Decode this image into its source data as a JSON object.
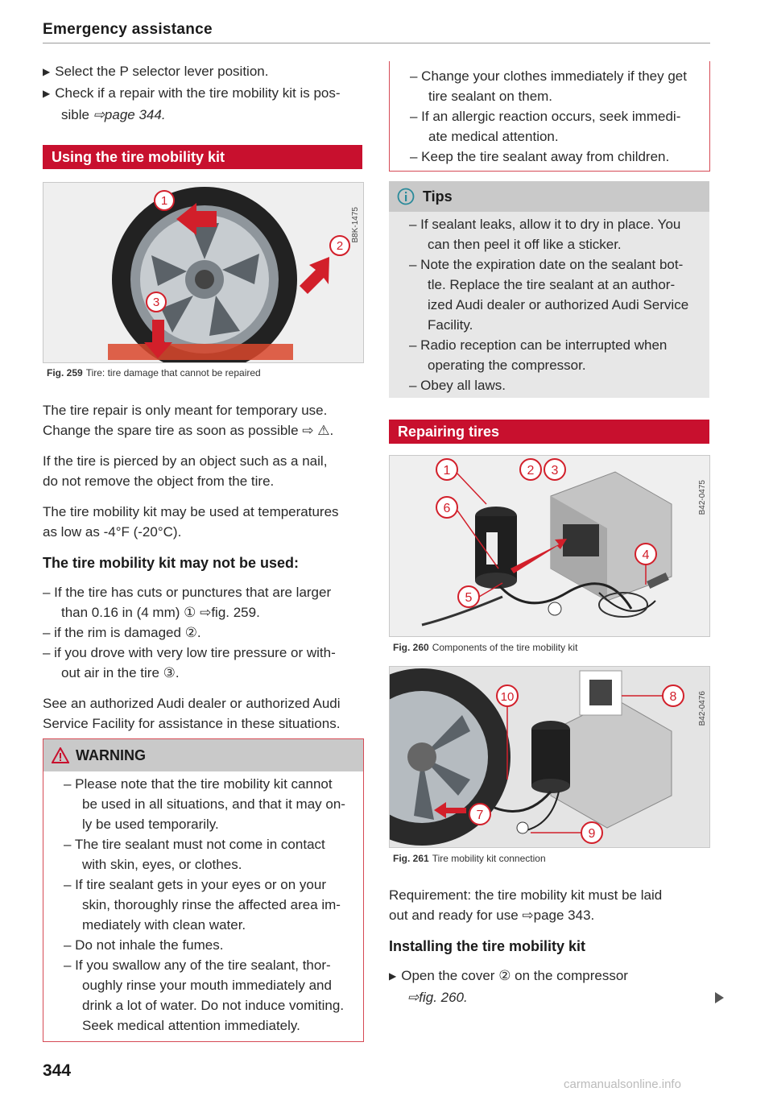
{
  "header": {
    "section_title": "Emergency assistance"
  },
  "left": {
    "intro_bullets": [
      "Select the P selector lever position.",
      "Check if a repair with the tire mobility kit is pos-"
    ],
    "intro_bullet2_cont": "sible ",
    "intro_bullet2_ref": "⇨page 344.",
    "section_heading": "Using the tire mobility kit",
    "fig259": {
      "id": "B8K-1475",
      "label": "Fig. 259",
      "caption": "Tire: tire damage that cannot be repaired"
    },
    "para1_line1": "The tire repair is only meant for temporary use.",
    "para1_line2": "Change the spare tire as soon as possible ⇨ ⚠.",
    "para2_line1": "If the tire is pierced by an object such as a nail,",
    "para2_line2": "do not remove the object from the tire.",
    "para3_line1": "The tire mobility kit may be used at temperatures",
    "para3_line2": "as low as -4°F (-20°C).",
    "not_used_heading": "The tire mobility kit may not be used:",
    "not_used_items": [
      {
        "l1": "– If the tire has cuts or punctures that are larger",
        "l2": "than 0.16 in (4 mm) ① ⇨fig. 259."
      },
      {
        "l1": "– if the rim is damaged ②.",
        "l2": ""
      },
      {
        "l1": "– if you drove with very low tire pressure or with-",
        "l2": "out air in the tire ③."
      }
    ],
    "para4_line1": "See an authorized Audi dealer or authorized Audi",
    "para4_line2": "Service Facility for assistance in these situations.",
    "warning": {
      "title": "WARNING",
      "lines": [
        "– Please note that the tire mobility kit cannot",
        "be used in all situations, and that it may on-",
        "ly be used temporarily.",
        "– The tire sealant must not come in contact",
        "with skin, eyes, or clothes.",
        "– If tire sealant gets in your eyes or on your",
        "skin, thoroughly rinse the affected area im-",
        "mediately with clean water.",
        "– Do not inhale the fumes.",
        "– If you swallow any of the tire sealant, thor-",
        "oughly rinse your mouth immediately and",
        "drink a lot of water. Do not induce vomiting.",
        "Seek medical attention immediately."
      ]
    },
    "page_number": "344"
  },
  "right": {
    "warning_cont": [
      "– Change your clothes immediately if they get",
      "tire sealant on them.",
      "– If an allergic reaction occurs, seek immedi-",
      "ate medical attention.",
      "– Keep the tire sealant away from children."
    ],
    "tips": {
      "title": "Tips",
      "lines": [
        "– If sealant leaks, allow it to dry in place. You",
        "can then peel it off like a sticker.",
        "– Note the expiration date on the sealant bot-",
        "tle. Replace the tire sealant at an author-",
        "ized Audi dealer or authorized Audi Service",
        "Facility.",
        "– Radio reception can be interrupted when",
        "operating the compressor.",
        "– Obey all laws."
      ]
    },
    "section_heading": "Repairing tires",
    "fig260": {
      "id": "B42-0475",
      "label": "Fig. 260",
      "caption": "Components of the tire mobility kit"
    },
    "fig261": {
      "id": "B42-0476",
      "label": "Fig. 261",
      "caption": "Tire mobility kit connection"
    },
    "req_line1": "Requirement: the tire mobility kit must be laid",
    "req_line2": "out and ready for use ⇨page 343.",
    "install_heading": "Installing the tire mobility kit",
    "install_line1": "Open the cover ② on the compressor",
    "install_line2": "⇨fig. 260."
  },
  "footer": {
    "watermark": "carmanualsonline.info"
  },
  "colors": {
    "brand_red": "#c8102e",
    "warning_border": "#d64a55"
  }
}
